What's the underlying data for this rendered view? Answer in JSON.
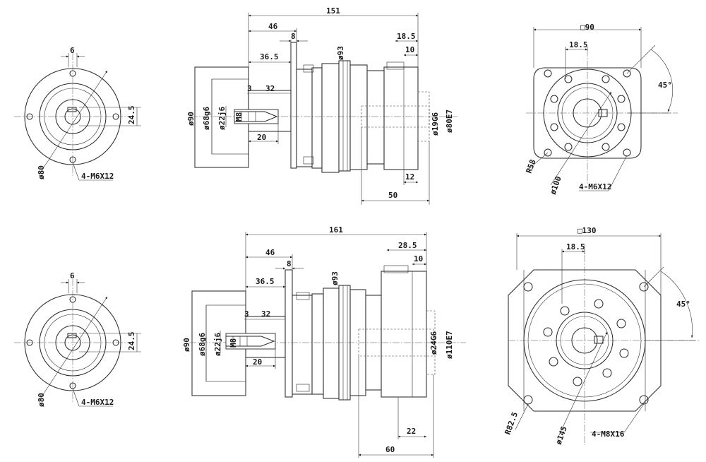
{
  "upper": {
    "front_small": {
      "top_dim": "6",
      "side_dim": "24.5",
      "dia_label": "ø80",
      "bolt_label": "4-M6X12"
    },
    "side": {
      "total": "151",
      "flange_len": "46",
      "flange_th": "8",
      "shaft_len": "36.5",
      "body_dia": "ø93",
      "pilot_dia": "ø90",
      "spigot": "ø68g6",
      "shaft_dia": "ø22j6",
      "thread": "M8",
      "key_offset": "3",
      "key_len": "32",
      "tap_depth": "20",
      "out_flange": "18.5",
      "out_th": "10",
      "out_bore": "ø19G6",
      "out_pilot": "ø80E7",
      "out_small": "12",
      "out_len": "50"
    },
    "front_large": {
      "square": "□90",
      "offset": "18.5",
      "angle": "45°",
      "radius": "R58",
      "pcd": "ø100",
      "bolt_label": "4-M6X12"
    }
  },
  "lower": {
    "front_small": {
      "top_dim": "6",
      "side_dim": "24.5",
      "dia_label": "ø80",
      "bolt_label": "4-M6X12"
    },
    "side": {
      "total": "161",
      "flange_len": "46",
      "flange_th": "8",
      "shaft_len": "36.5",
      "body_dia": "ø93",
      "pilot_dia": "ø90",
      "spigot": "ø68g6",
      "shaft_dia": "ø22j6",
      "thread": "M8",
      "key_offset": "3",
      "key_len": "32",
      "tap_depth": "20",
      "out_flange": "28.5",
      "out_th": "10",
      "out_bore": "ø24G6",
      "out_pilot": "ø110E7",
      "out_small": "22",
      "out_len": "60"
    },
    "front_large": {
      "square": "□130",
      "offset": "18.5",
      "angle": "45°",
      "radius": "R82.5",
      "pcd": "ø145",
      "bolt_label": "4-M8X16"
    }
  }
}
